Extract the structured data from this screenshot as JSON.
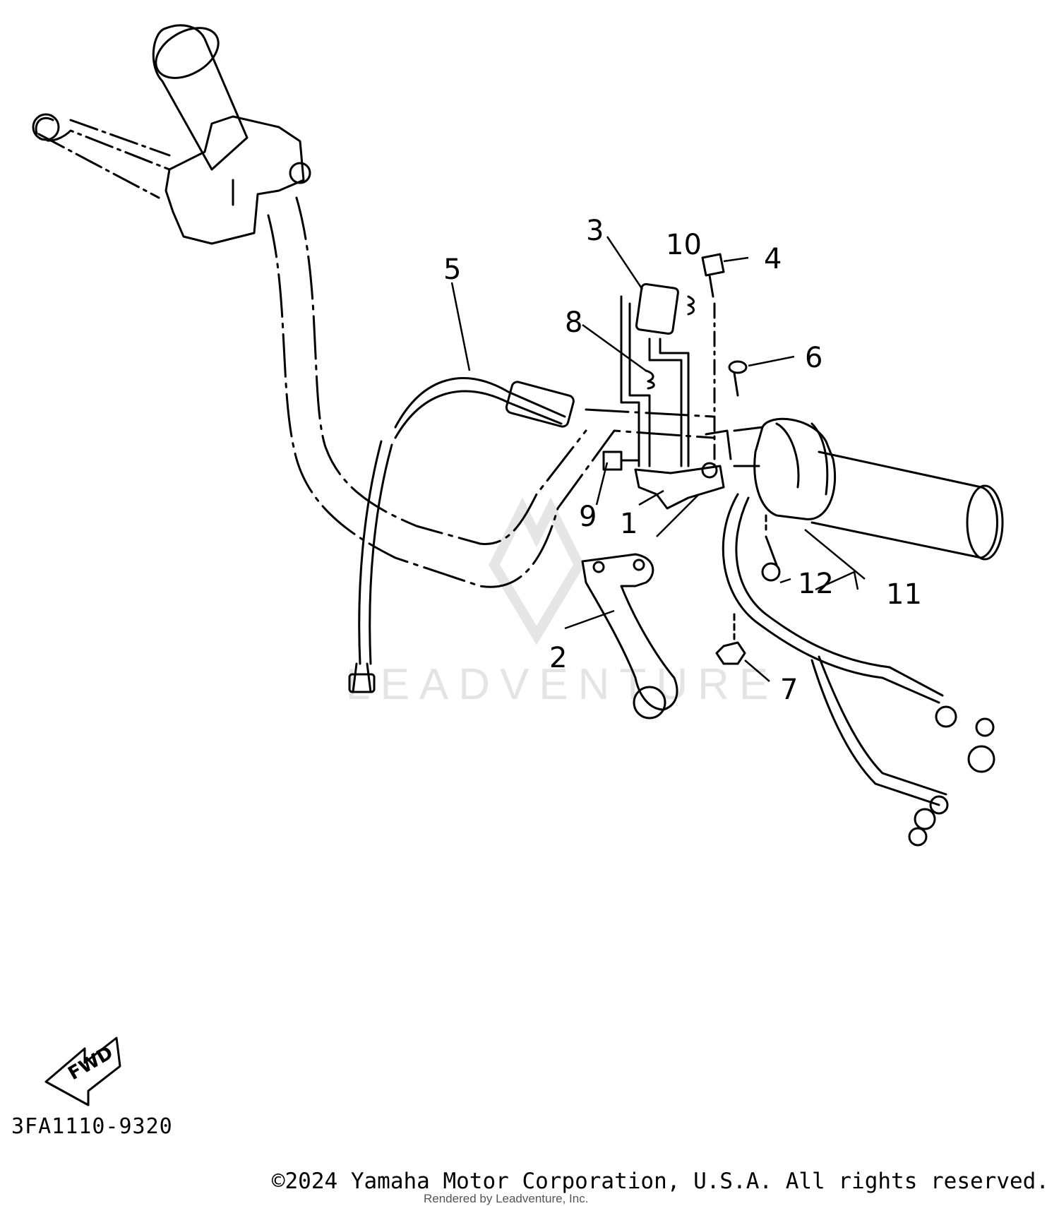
{
  "callouts": [
    {
      "id": "1",
      "label": "1"
    },
    {
      "id": "2",
      "label": "2"
    },
    {
      "id": "3",
      "label": "3"
    },
    {
      "id": "4",
      "label": "4"
    },
    {
      "id": "5",
      "label": "5"
    },
    {
      "id": "6",
      "label": "6"
    },
    {
      "id": "7",
      "label": "7"
    },
    {
      "id": "8",
      "label": "8"
    },
    {
      "id": "9",
      "label": "9"
    },
    {
      "id": "10",
      "label": "10"
    },
    {
      "id": "11",
      "label": "11"
    },
    {
      "id": "12",
      "label": "12"
    }
  ],
  "fwd_label": "FWD",
  "diagram_code": "3FA1110-9320",
  "copyright": "©2024 Yamaha Motor Corporation, U.S.A. All rights reserved.",
  "rendered_by": "Rendered by Leadventure, Inc.",
  "watermark": "LEADVENTURE"
}
